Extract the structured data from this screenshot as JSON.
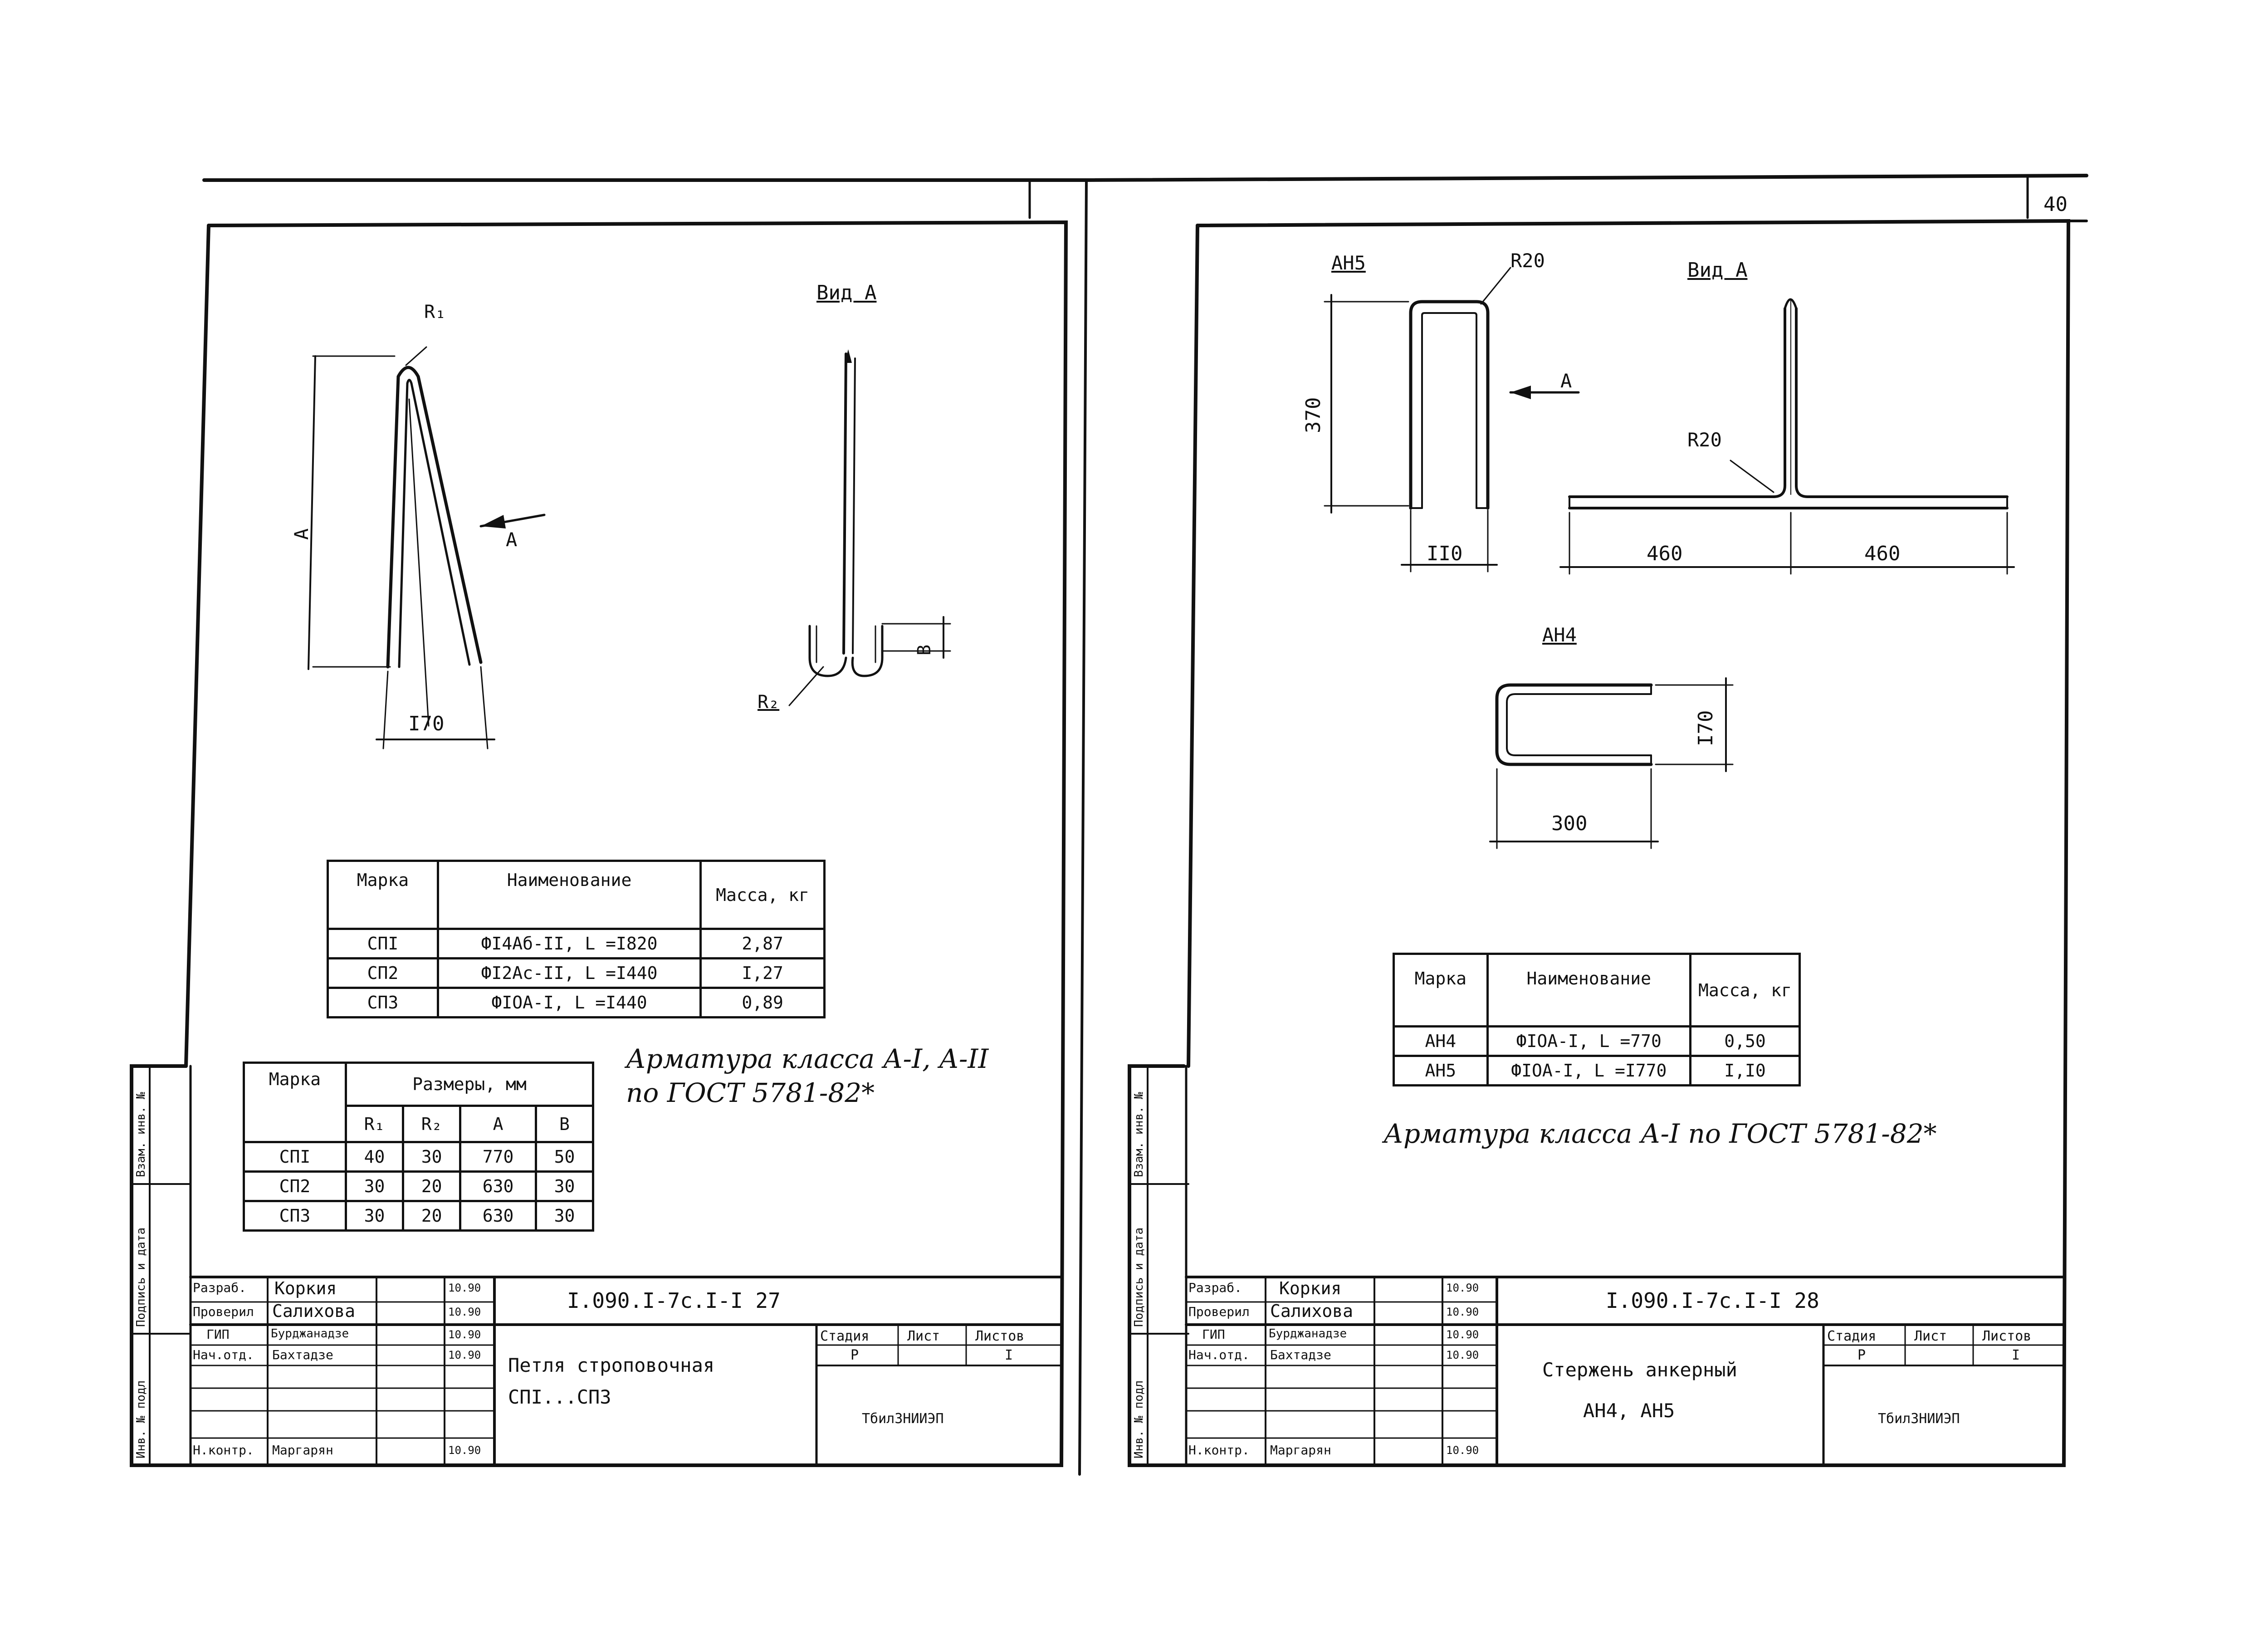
{
  "page_number": "40",
  "left_sheet": {
    "view_a_title": "Вид А",
    "label_r1": "R₁",
    "label_r2": "R₂",
    "label_a_arrow": "А",
    "dim_a": "А",
    "dim_b": "В",
    "dim_170": "I70",
    "spec_table": {
      "headers": [
        "Марка",
        "Наименование",
        "Масса, кг"
      ],
      "rows": [
        [
          "СПI",
          "ФI4Аб-II, L =I820",
          "2,87"
        ],
        [
          "СП2",
          "ФI2Ас-II, L =I440",
          "I,27"
        ],
        [
          "СП3",
          "ФIОА-I, L =I440",
          "0,89"
        ]
      ]
    },
    "size_table": {
      "header_mark": "Марка",
      "header_sizes": "Размеры, мм",
      "sub_headers": [
        "R₁",
        "R₂",
        "А",
        "В"
      ],
      "rows": [
        [
          "СПI",
          "40",
          "30",
          "770",
          "50"
        ],
        [
          "СП2",
          "30",
          "20",
          "630",
          "30"
        ],
        [
          "СП3",
          "30",
          "20",
          "630",
          "30"
        ]
      ]
    },
    "note_line1": "Арматура класса А-I, А-II",
    "note_line2": "по ГОСТ 5781-82*",
    "stamp": {
      "doc_code": "I.090.I-7с.I-I 27",
      "title_line1": "Петля строповочная",
      "title_line2": "СПI...СП3",
      "stage_header": "Стадия",
      "sheet_header": "Лист",
      "sheets_header": "Листов",
      "stage_value": "Р",
      "sheets_value": "I",
      "org": "ТбилЗНИИЭП",
      "roles": [
        "Разраб.",
        "Проверил",
        "ГИП",
        "Нач.отд.",
        "",
        "",
        "Н.контр."
      ],
      "names": [
        "Коркия",
        "Салихова",
        "Бурджанадзе",
        "Бахтадзе",
        "",
        "",
        "Маргарян"
      ],
      "dates": [
        "10.90",
        "10.90",
        "10.90",
        "10.90",
        "",
        "",
        "10.90"
      ]
    },
    "side_labels": [
      "Инв. № подл",
      "Подпись и дата",
      "Взам. инв. №"
    ]
  },
  "right_sheet": {
    "ah5_label": "АН5",
    "ah4_label": "АН4",
    "view_a_title": "Вид А",
    "r20_top": "R20",
    "r20_view": "R20",
    "arrow_a": "А",
    "dim_370": "370",
    "dim_110": "II0",
    "dim_460_left": "460",
    "dim_460_right": "460",
    "dim_170": "I70",
    "dim_300": "300",
    "spec_table": {
      "headers": [
        "Марка",
        "Наименование",
        "Масса, кг"
      ],
      "rows": [
        [
          "АН4",
          "ФIОА-I, L =770",
          "0,50"
        ],
        [
          "АН5",
          "ФIОА-I, L =I770",
          "I,I0"
        ]
      ]
    },
    "note": "Арматура класса А-I по ГОСТ 5781-82*",
    "stamp": {
      "doc_code": "I.090.I-7с.I-I 28",
      "title_line1": "Стержень анкерный",
      "title_line2": "АН4, АН5",
      "stage_header": "Стадия",
      "sheet_header": "Лист",
      "sheets_header": "Листов",
      "stage_value": "Р",
      "sheets_value": "I",
      "org": "ТбилЗНИИЭП",
      "roles": [
        "Разраб.",
        "Проверил",
        "ГИП",
        "Нач.отд.",
        "",
        "",
        "Н.контр."
      ],
      "names": [
        "Коркия",
        "Салихова",
        "Бурджанадзе",
        "Бахтадзе",
        "",
        "",
        "Маргарян"
      ],
      "dates": [
        "10.90",
        "10.90",
        "10.90",
        "10.90",
        "",
        "",
        "10.90"
      ]
    },
    "side_labels": [
      "Инв. № подл",
      "Подпись и дата",
      "Взам. инв. №"
    ]
  }
}
